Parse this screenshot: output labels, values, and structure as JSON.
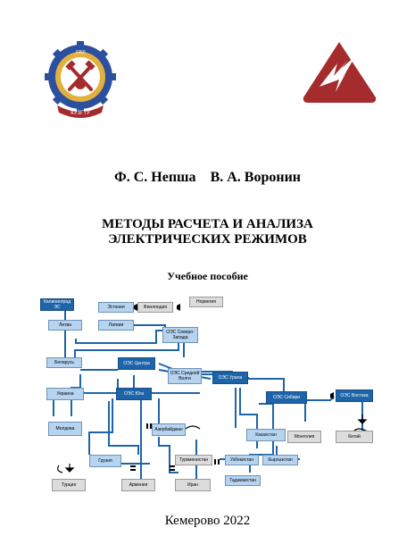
{
  "logos": {
    "left": {
      "name": "kuzgtu-emblem",
      "year": "1950",
      "text": "КУЗГТУ"
    },
    "right": {
      "name": "lightning-emblem"
    }
  },
  "authors": [
    "Ф. С. Непша",
    "В. А. Воронин"
  ],
  "title_lines": [
    "МЕТОДЫ РАСЧЕТА И АНАЛИЗА",
    "ЭЛЕКТРИЧЕСКИХ РЕЖИМОВ"
  ],
  "subtitle": "Учебное пособие",
  "diagram": {
    "nodes": {
      "kaliningrad": "Калининград ЭС",
      "estonia": "Эстония",
      "finland": "Финляндия",
      "norway": "Норвегия",
      "latvia": "Латвия",
      "lithuania": "Литва",
      "oes_nw": "ОЭС Северо-Запада",
      "belarus": "Беларусь",
      "oes_center": "ОЭС Центра",
      "oes_volga": "ОЭС Средней Волги",
      "oes_ural": "ОЭС Урала",
      "ukraine": "Украина",
      "oes_south": "ОЭС Юга",
      "oes_siberia": "ОЭС Сибири",
      "oes_east": "ОЭС Востока",
      "moldova": "Молдова",
      "azerbaijan": "Азербайджан",
      "kazakhstan": "Казахстан",
      "mongolia": "Монголия",
      "china": "Китай",
      "georgia": "Грузия",
      "turkmenistan": "Туркменистан",
      "uzbekistan": "Узбекистан",
      "kyrgyzstan": "Кыргызстан",
      "armenia": "Армения",
      "iran": "Иран",
      "tajikistan": "Таджикистан",
      "turkey": "Турция"
    }
  },
  "footer": "Кемерово 2022",
  "colors": {
    "line": "#1e64a8",
    "node_light": "#b6d3ef",
    "node_dark": "#1e64a8",
    "node_gray": "#dcdcdc",
    "logo_red": "#a52c2c",
    "logo_gold": "#e2b13c",
    "logo_blue": "#2c4f9e"
  }
}
